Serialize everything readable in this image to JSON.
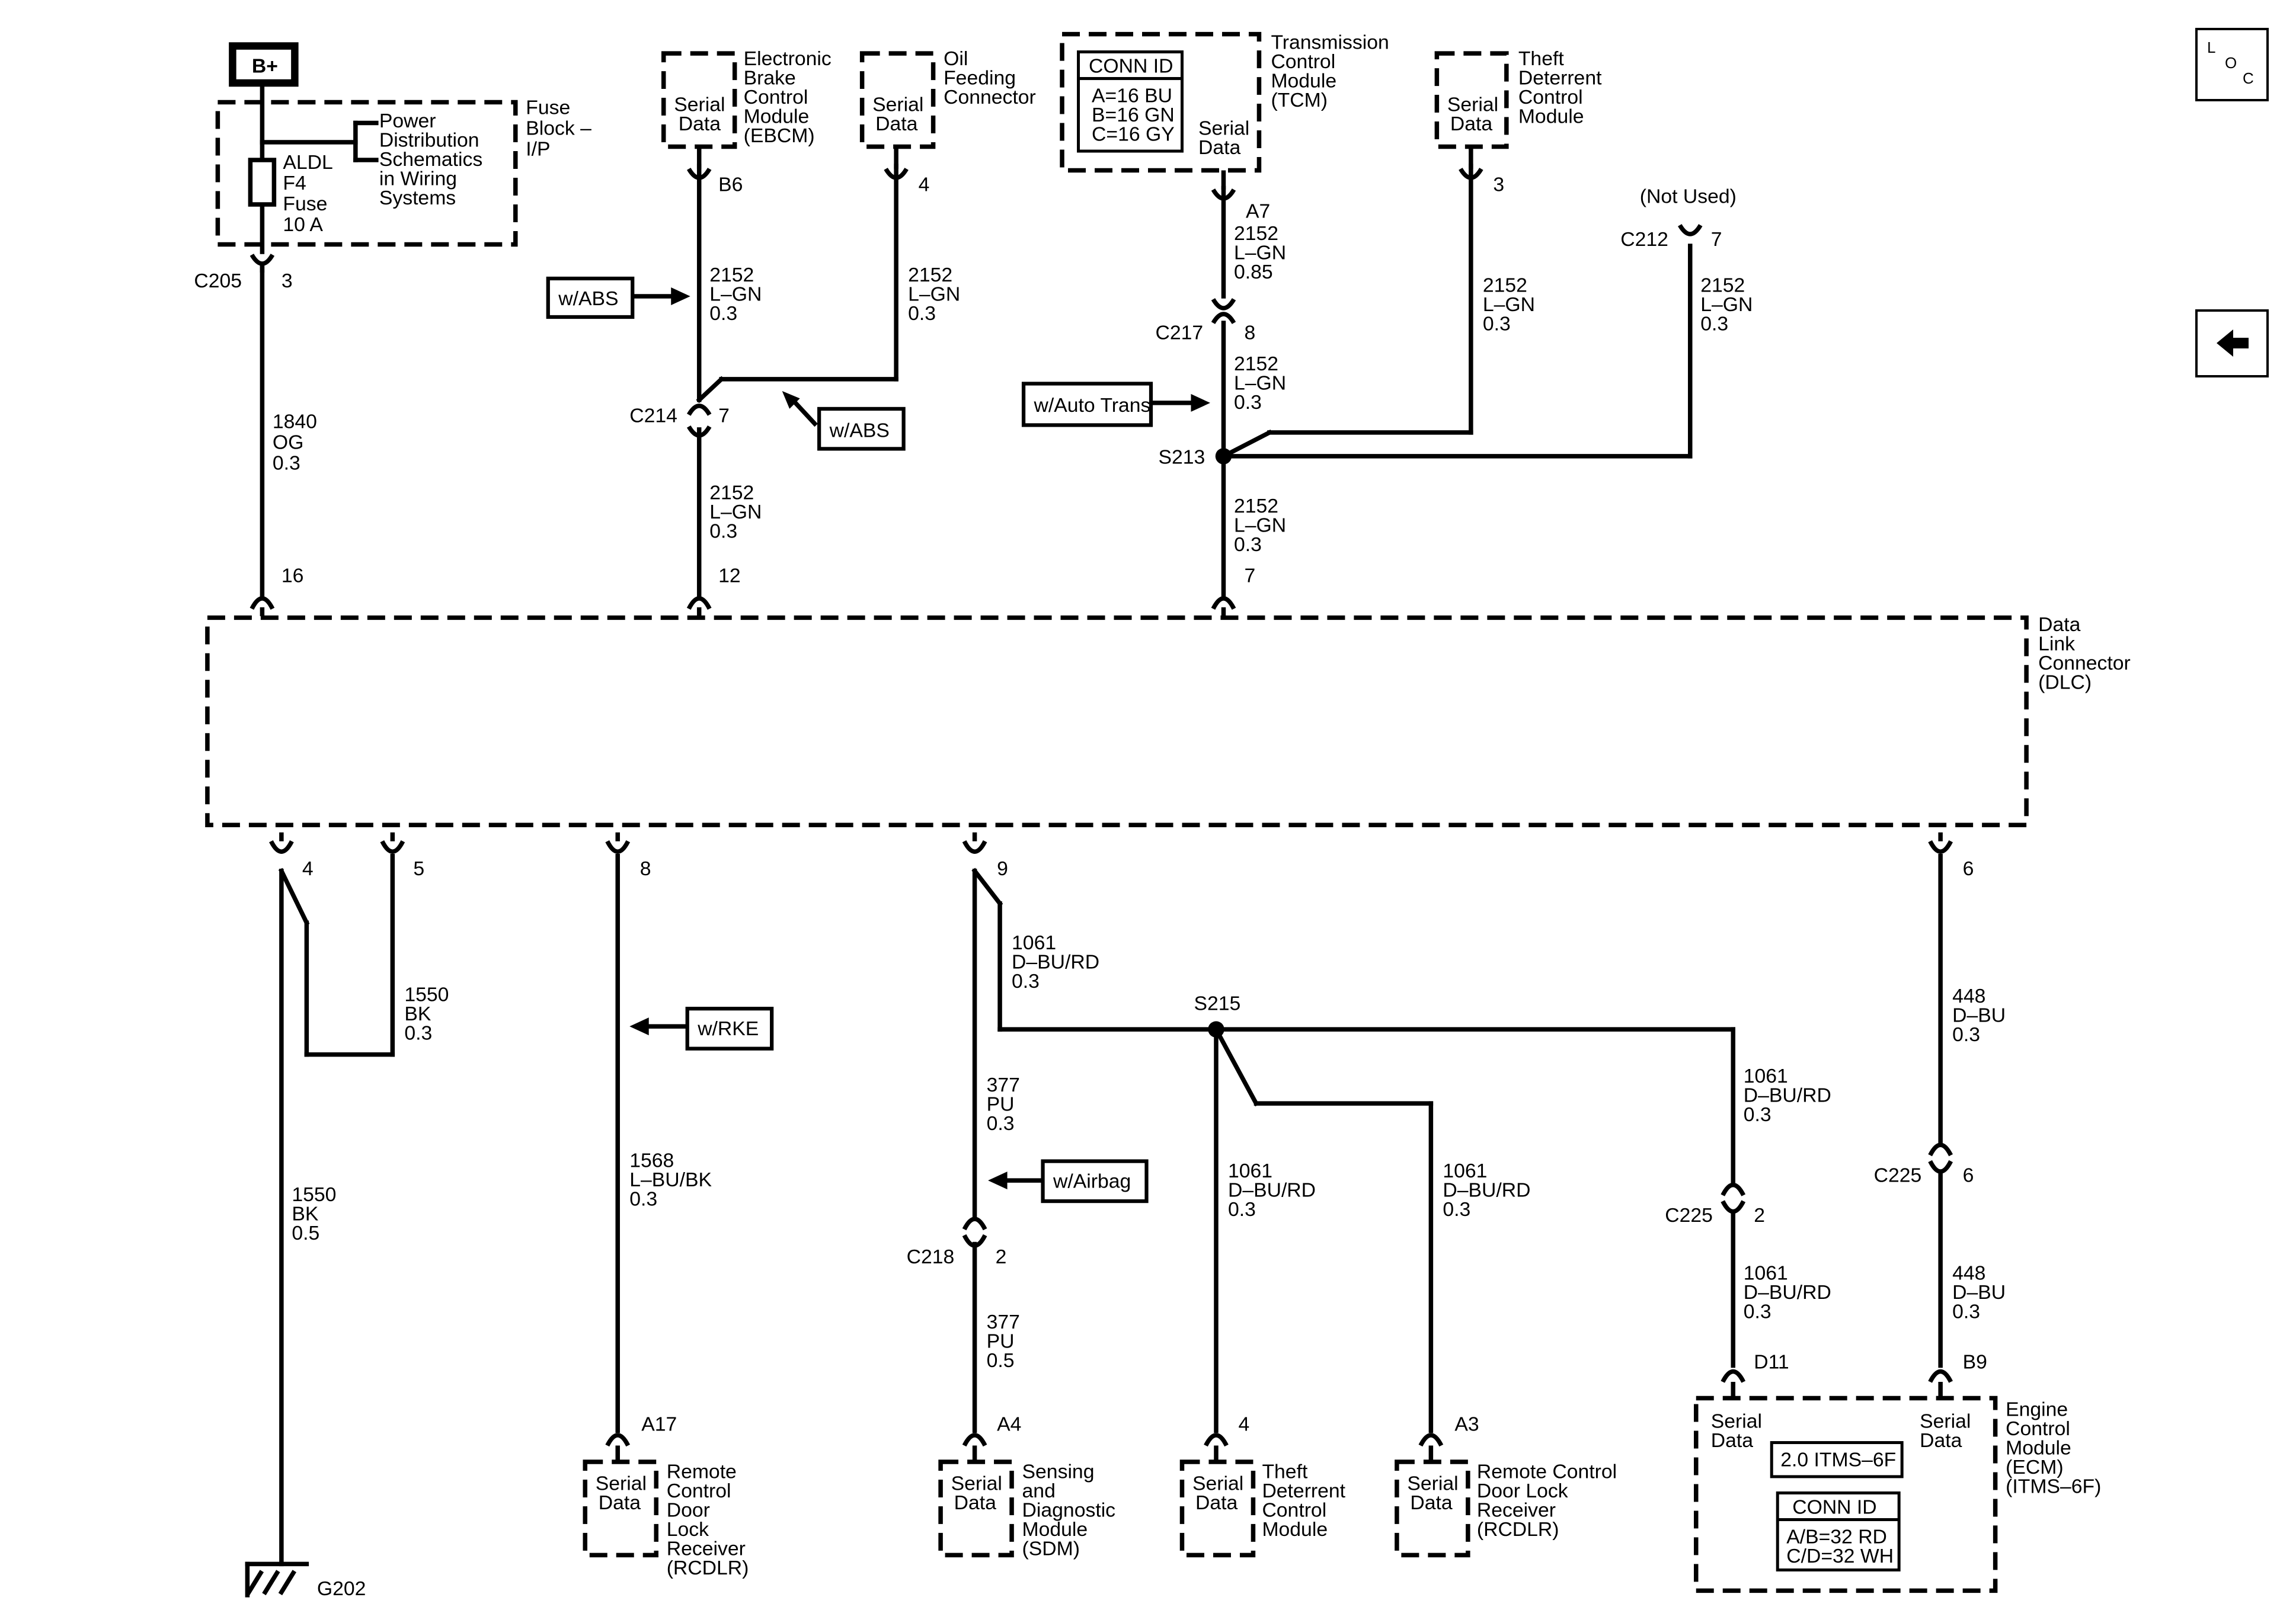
{
  "labels": {
    "bplus": "B+",
    "fuse_block": [
      "Fuse",
      "Block –",
      "I/P"
    ],
    "pds": [
      "Power",
      "Distribution",
      "Schematics",
      "in Wiring",
      "Systems"
    ],
    "fuse": [
      "ALDL",
      "F4",
      "Fuse",
      "10 A"
    ],
    "c205": "C205",
    "c205_pin": "3",
    "w1840": [
      "1840",
      "OG",
      "0.3"
    ],
    "dlc_16": "16",
    "ebcm": [
      "Electronic",
      "Brake",
      "Control",
      "Module",
      "(EBCM)"
    ],
    "serial_data": [
      "Serial",
      "Data"
    ],
    "pin_b6": "B6",
    "w_abs": "w/ABS",
    "w2152": [
      "2152",
      "L–GN",
      "0.3"
    ],
    "c214": "C214",
    "c214_pin": "7",
    "dlc_12": "12",
    "oil": [
      "Oil",
      "Feeding",
      "Connector"
    ],
    "oil_pin": "4",
    "tcm": [
      "Transmission",
      "Control",
      "Module",
      "(TCM)"
    ],
    "conn_id": "CONN ID",
    "tcm_conn": [
      "A=16 BU",
      "B=16 GN",
      "C=16 GY"
    ],
    "pin_a7": "A7",
    "w2152_085": [
      "2152",
      "L–GN",
      "0.85"
    ],
    "c217": "C217",
    "c217_pin": "8",
    "w_auto": "w/Auto Trans",
    "s213": "S213",
    "dlc_7": "7",
    "tdcm": [
      "Theft",
      "Deterrent",
      "Control",
      "Module"
    ],
    "tdcm_top_pin": "3",
    "not_used": "(Not Used)",
    "c212": "C212",
    "c212_pin": "7",
    "dlc": [
      "Data",
      "Link",
      "Connector",
      "(DLC)"
    ],
    "dlc_4": "4",
    "dlc_5": "5",
    "w1550_03": [
      "1550",
      "BK",
      "0.3"
    ],
    "w1550_05": [
      "1550",
      "BK",
      "0.5"
    ],
    "g202": "G202",
    "dlc_8": "8",
    "w_rke": "w/RKE",
    "w1568": [
      "1568",
      "L–BU/BK",
      "0.3"
    ],
    "pin_a17": "A17",
    "rcdlr1": [
      "Remote",
      "Control",
      "Door",
      "Lock",
      "Receiver",
      "(RCDLR)"
    ],
    "dlc_9": "9",
    "w1061": [
      "1061",
      "D–BU/RD",
      "0.3"
    ],
    "s215": "S215",
    "w377_03": [
      "377",
      "PU",
      "0.3"
    ],
    "w_airbag": "w/Airbag",
    "c218": "C218",
    "c218_pin": "2",
    "w377_05": [
      "377",
      "PU",
      "0.5"
    ],
    "pin_a4": "A4",
    "sdm": [
      "Sensing",
      "and",
      "Diagnostic",
      "Module",
      "(SDM)"
    ],
    "tdcm_bottom_pin": "4",
    "pin_a3": "A3",
    "rcdlr2": [
      "Remote Control",
      "Door Lock",
      "Receiver",
      "(RCDLR)"
    ],
    "c225_2": "C225",
    "c225_2_pin": "2",
    "pin_d11": "D11",
    "dlc_6": "6",
    "w448": [
      "448",
      "D–BU",
      "0.3"
    ],
    "c225_6": "C225",
    "c225_6_pin": "6",
    "pin_b9": "B9",
    "ecm": [
      "Engine",
      "Control",
      "Module",
      "(ECM)",
      "(ITMS–6F)"
    ],
    "ecm_variant": "2.0 ITMS–6F",
    "ecm_conn": [
      "A/B=32 RD",
      "C/D=32 WH"
    ]
  },
  "nav": {
    "loc_letters": [
      "L",
      "O",
      "C"
    ],
    "back_icon": "arrow-left-icon"
  }
}
